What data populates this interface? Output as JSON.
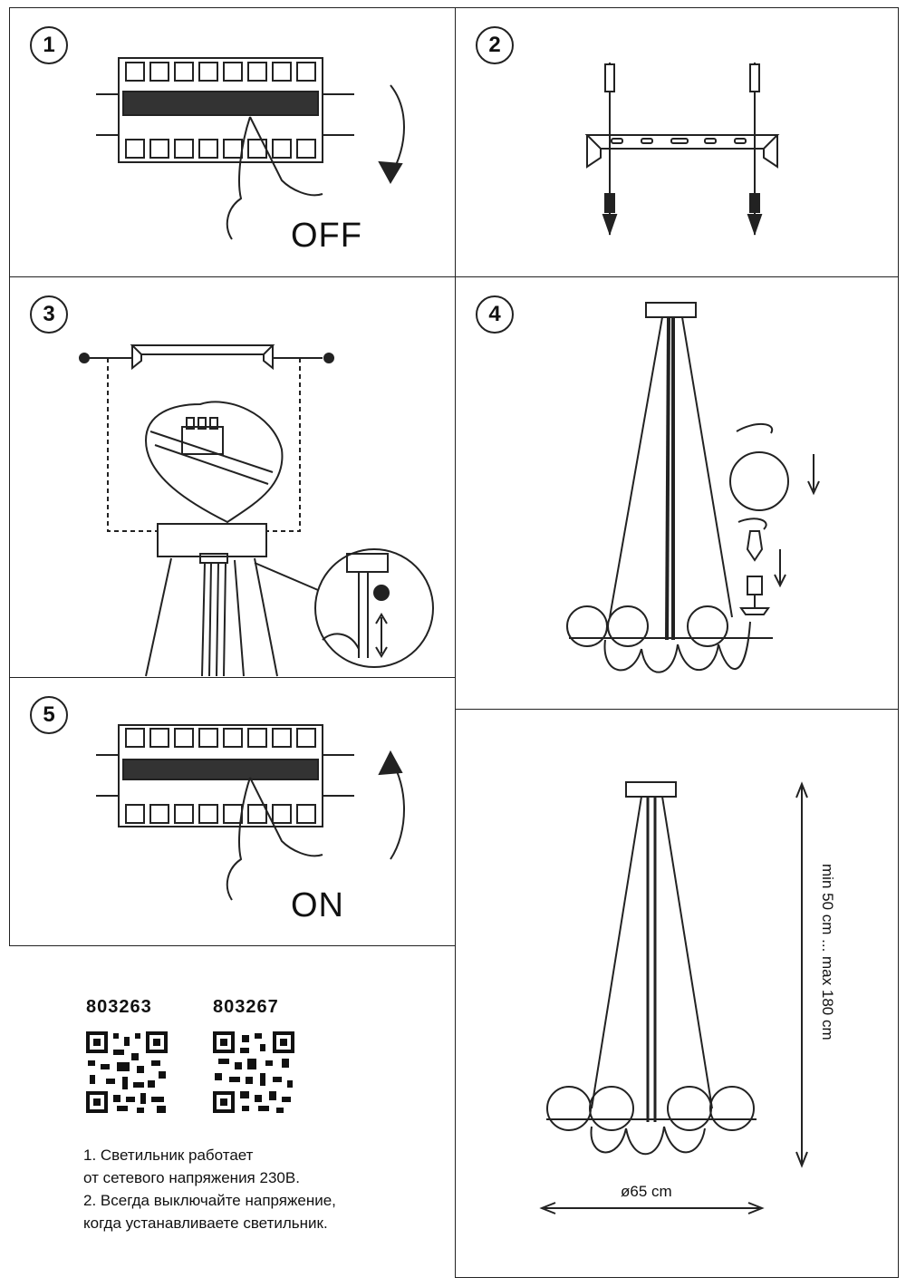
{
  "steps": [
    {
      "number": "1",
      "word": "OFF"
    },
    {
      "number": "2"
    },
    {
      "number": "3"
    },
    {
      "number": "4"
    },
    {
      "number": "5",
      "word": "ON"
    }
  ],
  "products": [
    {
      "code": "803263"
    },
    {
      "code": "803267"
    }
  ],
  "notes": [
    "1. Светильник работает",
    "от сетевого напряжения 230В.",
    "2. Всегда выключайте напряжение,",
    "когда устанавливаете светильник."
  ],
  "dimensions": {
    "diameter": "ø65 cm",
    "height": "min 50 cm ... max 180 cm"
  }
}
